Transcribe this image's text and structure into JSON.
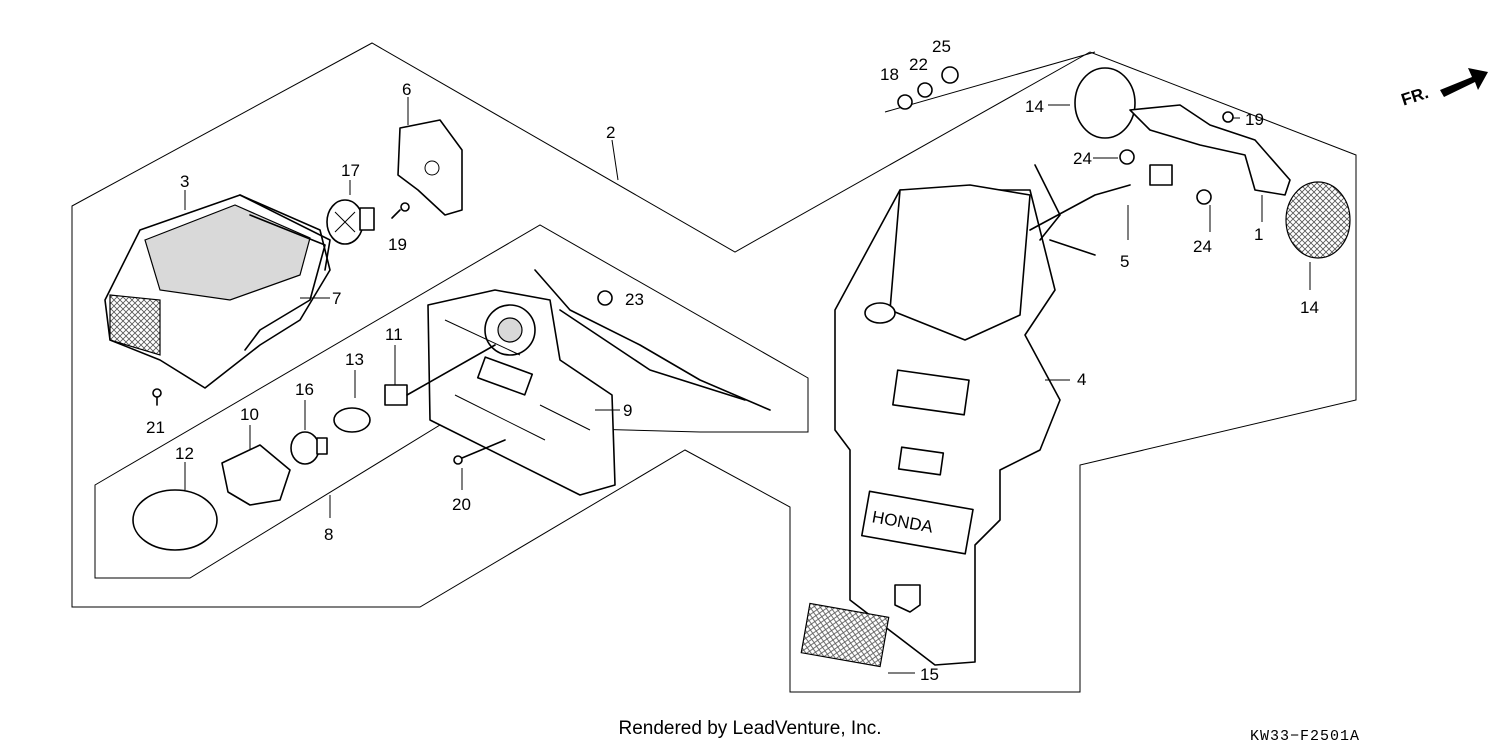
{
  "footer": {
    "credit": "Rendered by LeadVenture, Inc.",
    "code": "KW33−F2501A"
  },
  "direction_label": "FR.",
  "callouts": [
    "1",
    "2",
    "3",
    "4",
    "5",
    "6",
    "7",
    "8",
    "9",
    "10",
    "11",
    "12",
    "13",
    "14",
    "14",
    "15",
    "16",
    "17",
    "18",
    "19",
    "19",
    "20",
    "21",
    "22",
    "23",
    "24",
    "24",
    "25"
  ],
  "logo_text": "HONDA"
}
